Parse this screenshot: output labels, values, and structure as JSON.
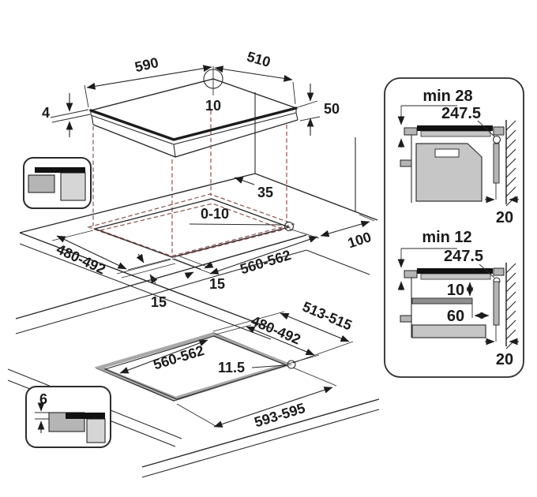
{
  "hob_view": {
    "width": "590",
    "depth": "510",
    "hole_offset": "10",
    "glass_thickness": "4",
    "body_height": "50"
  },
  "cutout_view": {
    "rear_distance": "35",
    "edge_gap": "0-10",
    "cutout_depth": "480-492",
    "margin_front": "15",
    "margin_side": "15",
    "cutout_width": "560-562",
    "side_distance": "100"
  },
  "flush_view": {
    "ledge_depth": "513-515",
    "cutout_depth": "480-492",
    "cutout_width": "560-562",
    "rabbet_width": "11.5",
    "ledge_width": "593-595"
  },
  "flush_inset": {
    "recess_depth": "6"
  },
  "overlay_section": {
    "min_thickness": "min 28",
    "center_to_edge": "247.5",
    "wall_gap": "20"
  },
  "flush_section": {
    "min_thickness": "min 12",
    "center_to_edge": "247.5",
    "shelf_gap": "10",
    "shelf_side_clearance": "60",
    "wall_gap": "20"
  },
  "colors": {
    "line": "#2b2b2b",
    "projection_dash": "#8a4a4a",
    "glass_black": "#111111",
    "grey_light": "#d6d6d6",
    "grey_mid": "#b5b5b5",
    "grey_dark": "#8f8f8f"
  }
}
